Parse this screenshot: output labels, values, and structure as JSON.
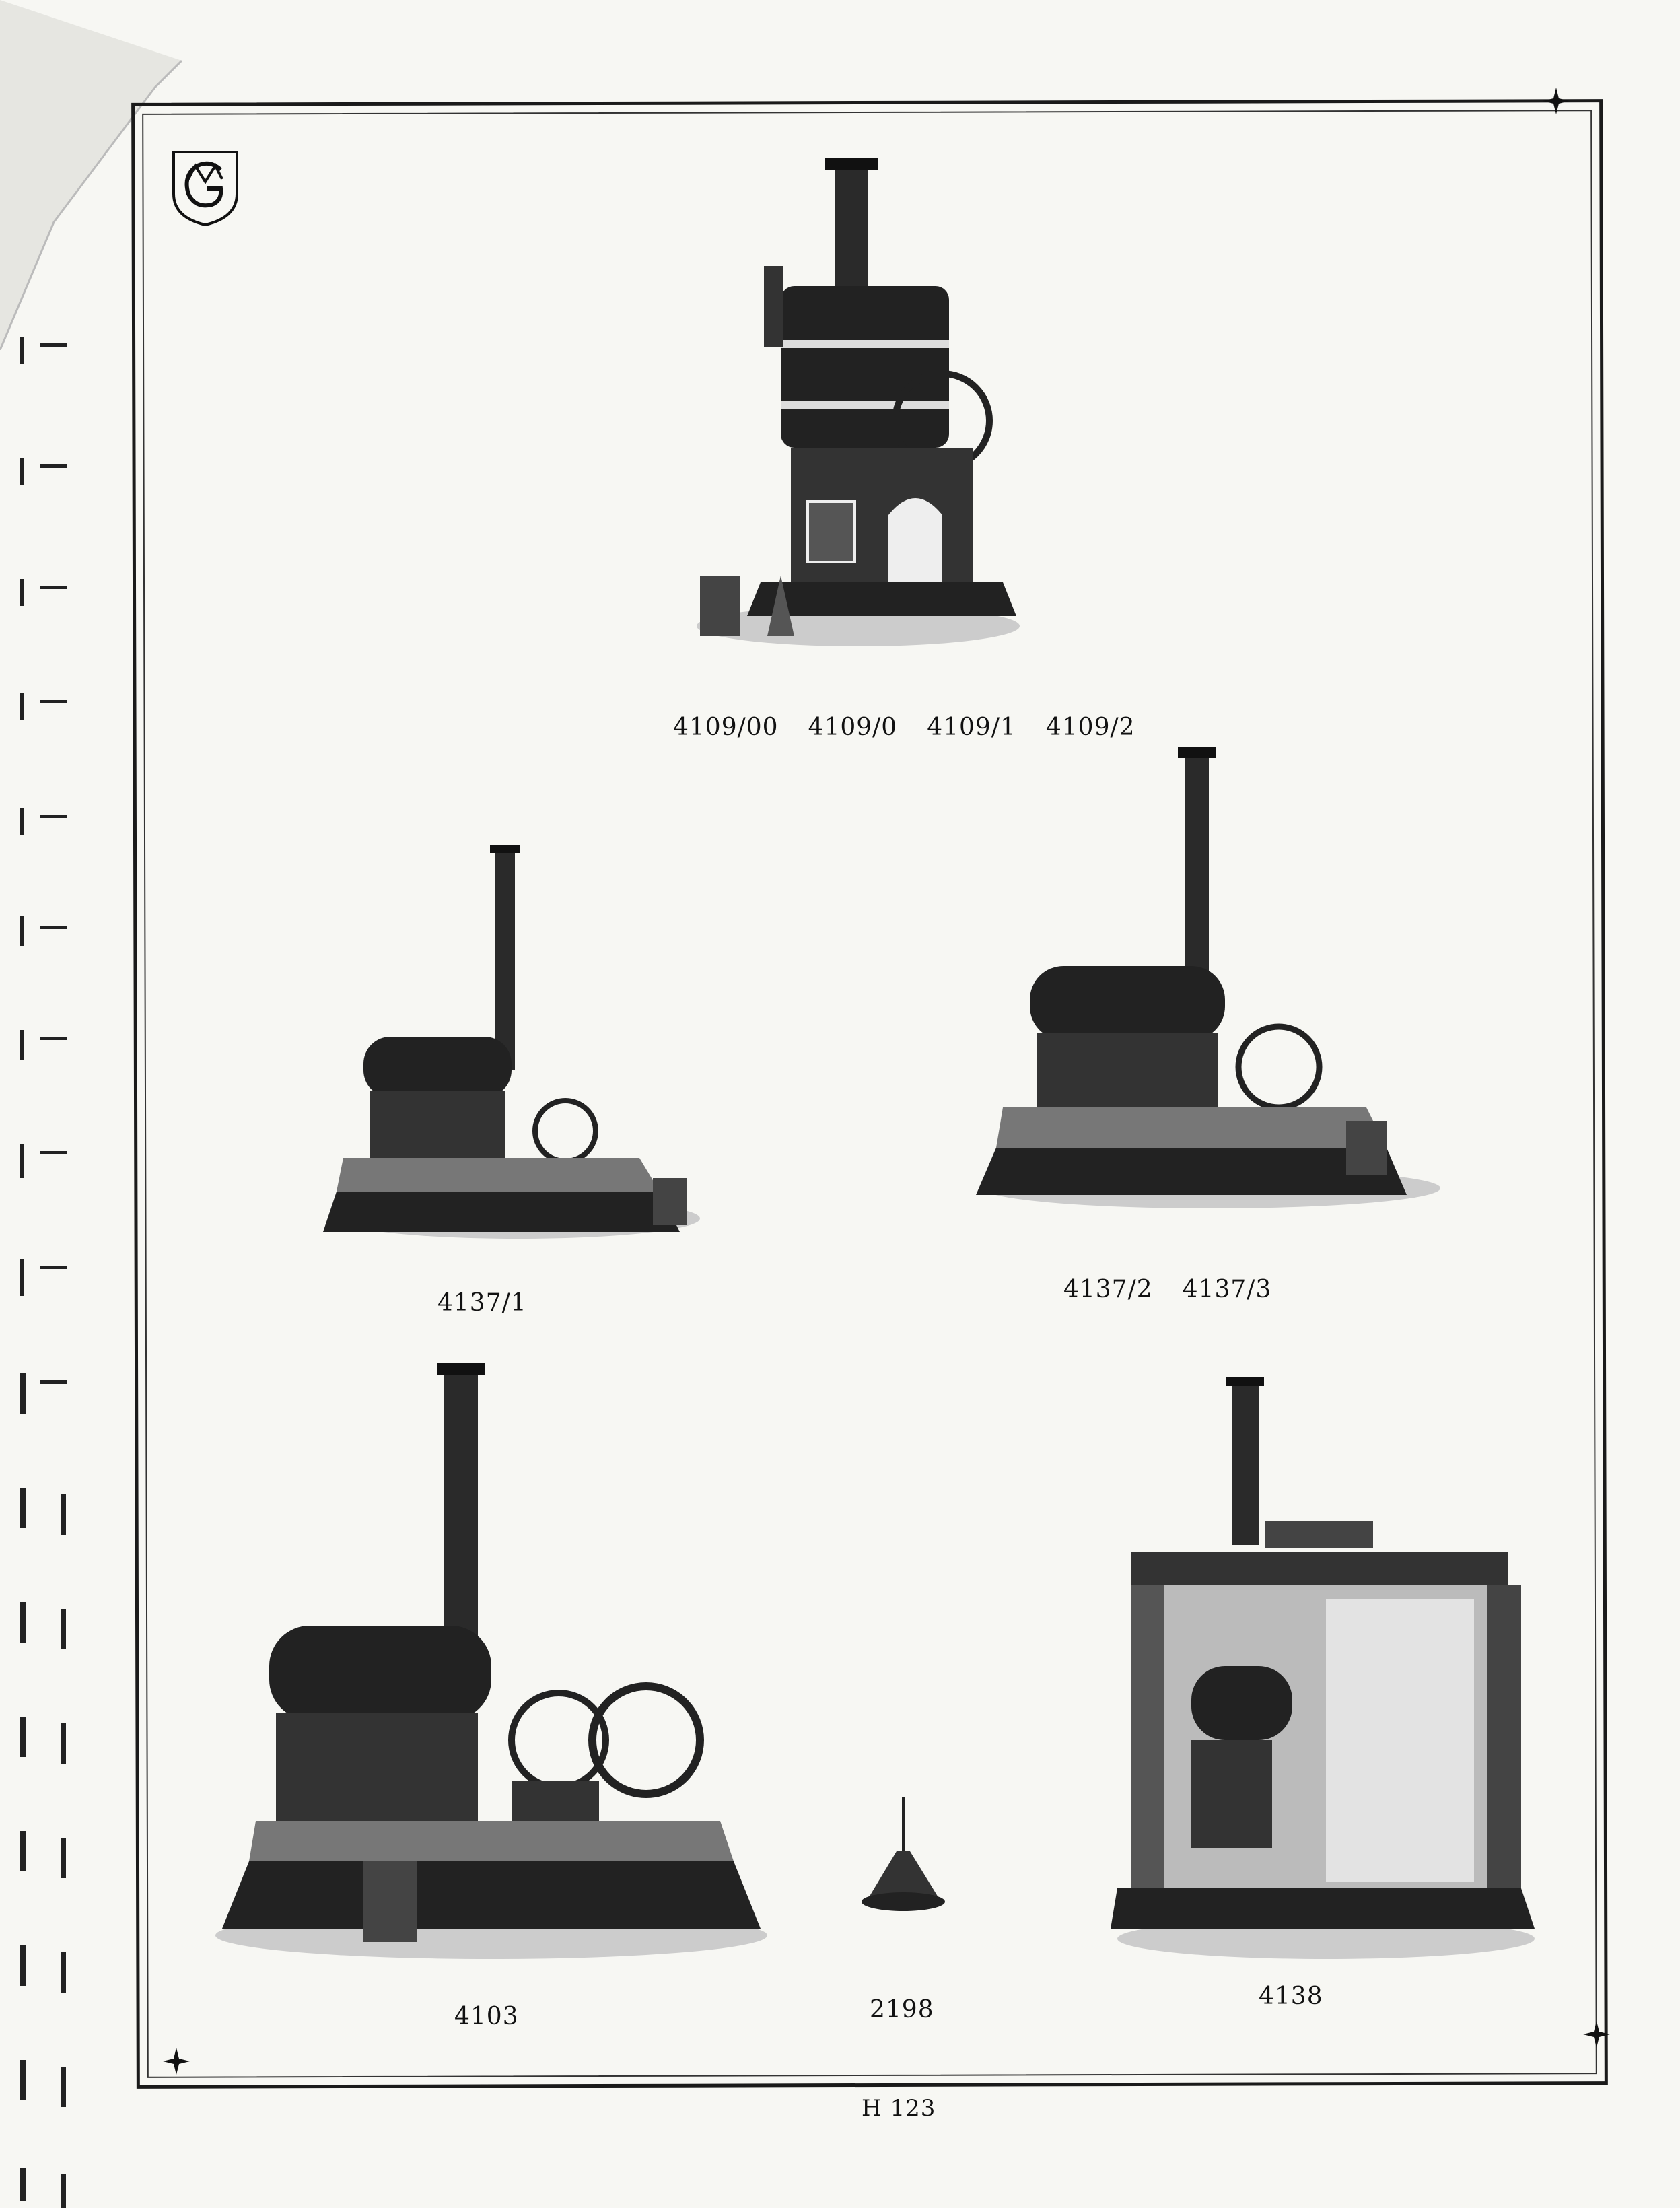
{
  "catalog_page": {
    "logo_monogram": "GM&C",
    "items": [
      {
        "id": "vertical-steam-engine",
        "labels": [
          "4109/00",
          "4109/0",
          "4109/1",
          "4109/2"
        ]
      },
      {
        "id": "horizontal-steam-engine-small",
        "labels": [
          "4137/1"
        ]
      },
      {
        "id": "horizontal-steam-engine-medium",
        "labels": [
          "4137/2",
          "4137/3"
        ]
      },
      {
        "id": "large-horizontal-steam-engine",
        "labels": [
          "4103"
        ]
      },
      {
        "id": "oil-can",
        "labels": [
          "2198"
        ]
      },
      {
        "id": "engine-house",
        "labels": [
          "4138"
        ]
      }
    ],
    "page_number": "H 123"
  }
}
